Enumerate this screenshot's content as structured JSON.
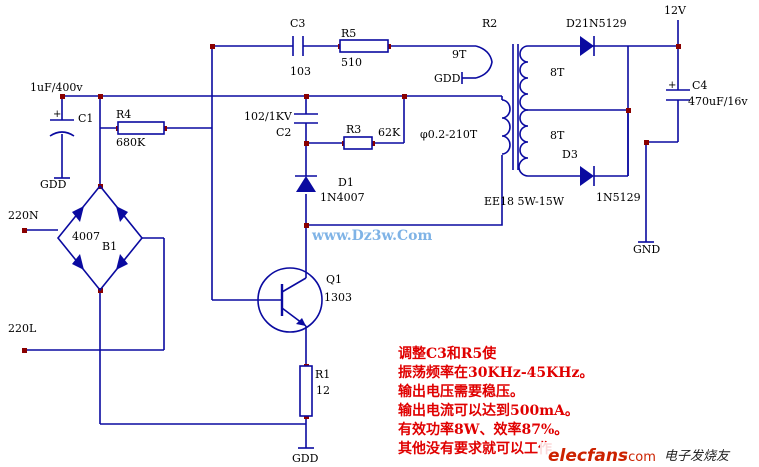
{
  "labels": {
    "c3": "C3",
    "c3_value": "103",
    "r5": "R5",
    "r5_value": "510",
    "r2": "R2",
    "d2": "D2",
    "d2_part": "1N5129",
    "v12": "12V",
    "t9": "9T",
    "gdd_top": "GDD",
    "t8a": "8T",
    "t8b": "8T",
    "c4": "C4",
    "c4_value": "470uF/16v",
    "c1_rating": "1uF/400v",
    "c1": "C1",
    "r4": "R4",
    "r4_value": "680K",
    "c2_value": "102/1KV",
    "c2": "C2",
    "r3": "R3",
    "r3_value": "62K",
    "wire_spec": "φ0.2-210T",
    "d3": "D3",
    "d3_part": "1N5129",
    "gdd_left": "GDD",
    "d1": "D1",
    "d1_part": "1N4007",
    "core": "EE18 5W-15W",
    "gnd": "GND",
    "ac_n": "220N",
    "bridge_part": "4007",
    "b1": "B1",
    "q1": "Q1",
    "q1_part": "1303",
    "ac_l": "220L",
    "r1": "R1",
    "r1_value": "12",
    "gdd_bottom": "GDD"
  },
  "watermark": "www.Dz3w.Com",
  "notes": [
    "调整C3和R5使",
    "振荡频率在30KHz-45KHz。",
    "输出电压需要稳压。",
    "输出电流可以达到500mA。",
    "有效功率8W、效率87%。",
    "其他没有要求就可以工作"
  ],
  "brand": {
    "logo_text": "elecfans",
    "logo_suffix": "·com",
    "tagline": "电子发烧友"
  },
  "colors": {
    "wire": "#0a0aa0",
    "note": "#e00000",
    "watermark": "#7fb3e6",
    "logo": "#cc2200"
  }
}
